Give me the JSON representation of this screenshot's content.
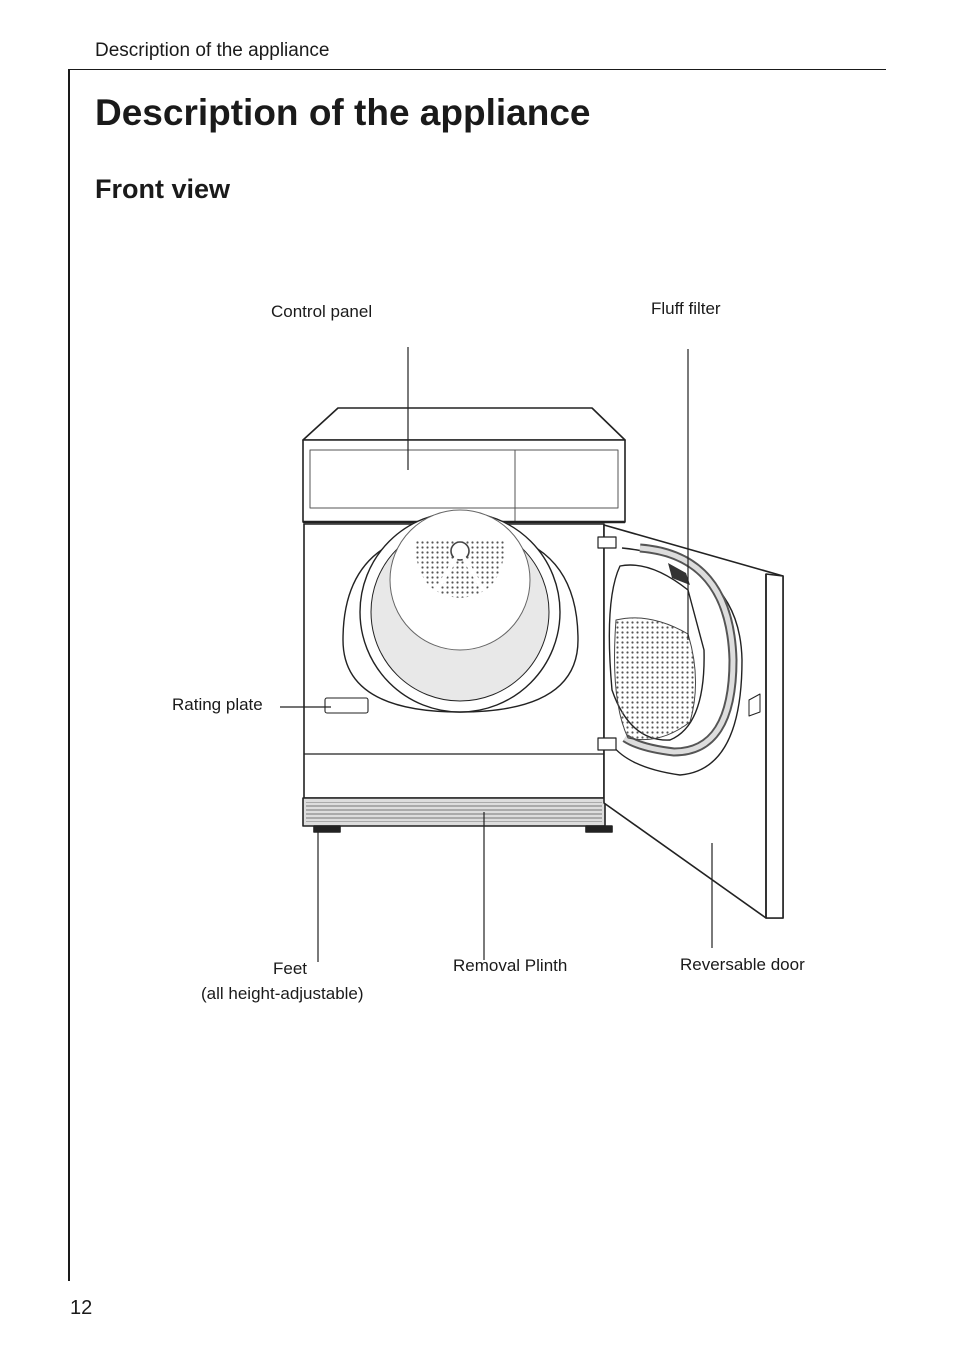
{
  "header": {
    "section_title": "Description of the appliance"
  },
  "title": "Description of the appliance",
  "subtitle": "Front view",
  "labels": {
    "control_panel": "Control panel",
    "fluff_filter": "Fluff filter",
    "rating_plate": "Rating plate",
    "feet": "Feet",
    "feet_note": "(all height-adjustable)",
    "removal_plinth": "Removal Plinth",
    "reversable_door": "Reversable door"
  },
  "page_number": "12"
}
